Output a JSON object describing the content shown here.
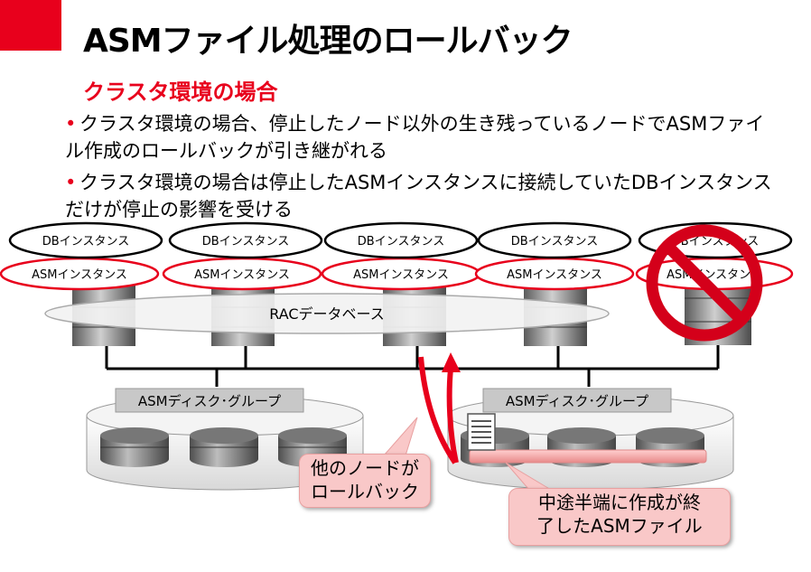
{
  "title": "ASMファイル処理のロールバック",
  "subtitle": "クラスタ環境の場合",
  "bullets": [
    "クラスタ環境の場合、停止したノード以外の生き残っているノードでASMファイル作成のロールバックが引き継がれる",
    "クラスタ環境の場合は停止したASMインスタンスに接続していたDBインスタンスだけが停止の影響を受ける"
  ],
  "bullet_marker": "•",
  "nodes": {
    "db_instance_label": "DBインスタンス",
    "asm_instance_label": "ASMインスタンス"
  },
  "rac_database_label": "RACデータベース",
  "disk_groups": [
    "ASMディスク･グループ",
    "ASMディスク･グループ"
  ],
  "callouts": {
    "rollback": [
      "他のノードが",
      "ロールバック"
    ],
    "asm_file": [
      "中途半端に作成が終",
      "了したASMファイル"
    ]
  },
  "colors": {
    "accent": "#e8001c",
    "callout_fill": "#f9c8c8",
    "prohibit": "#d4001a"
  },
  "icons": [
    "server-icon",
    "disk-icon",
    "prohibited-icon",
    "document-icon",
    "arrow-icon"
  ]
}
